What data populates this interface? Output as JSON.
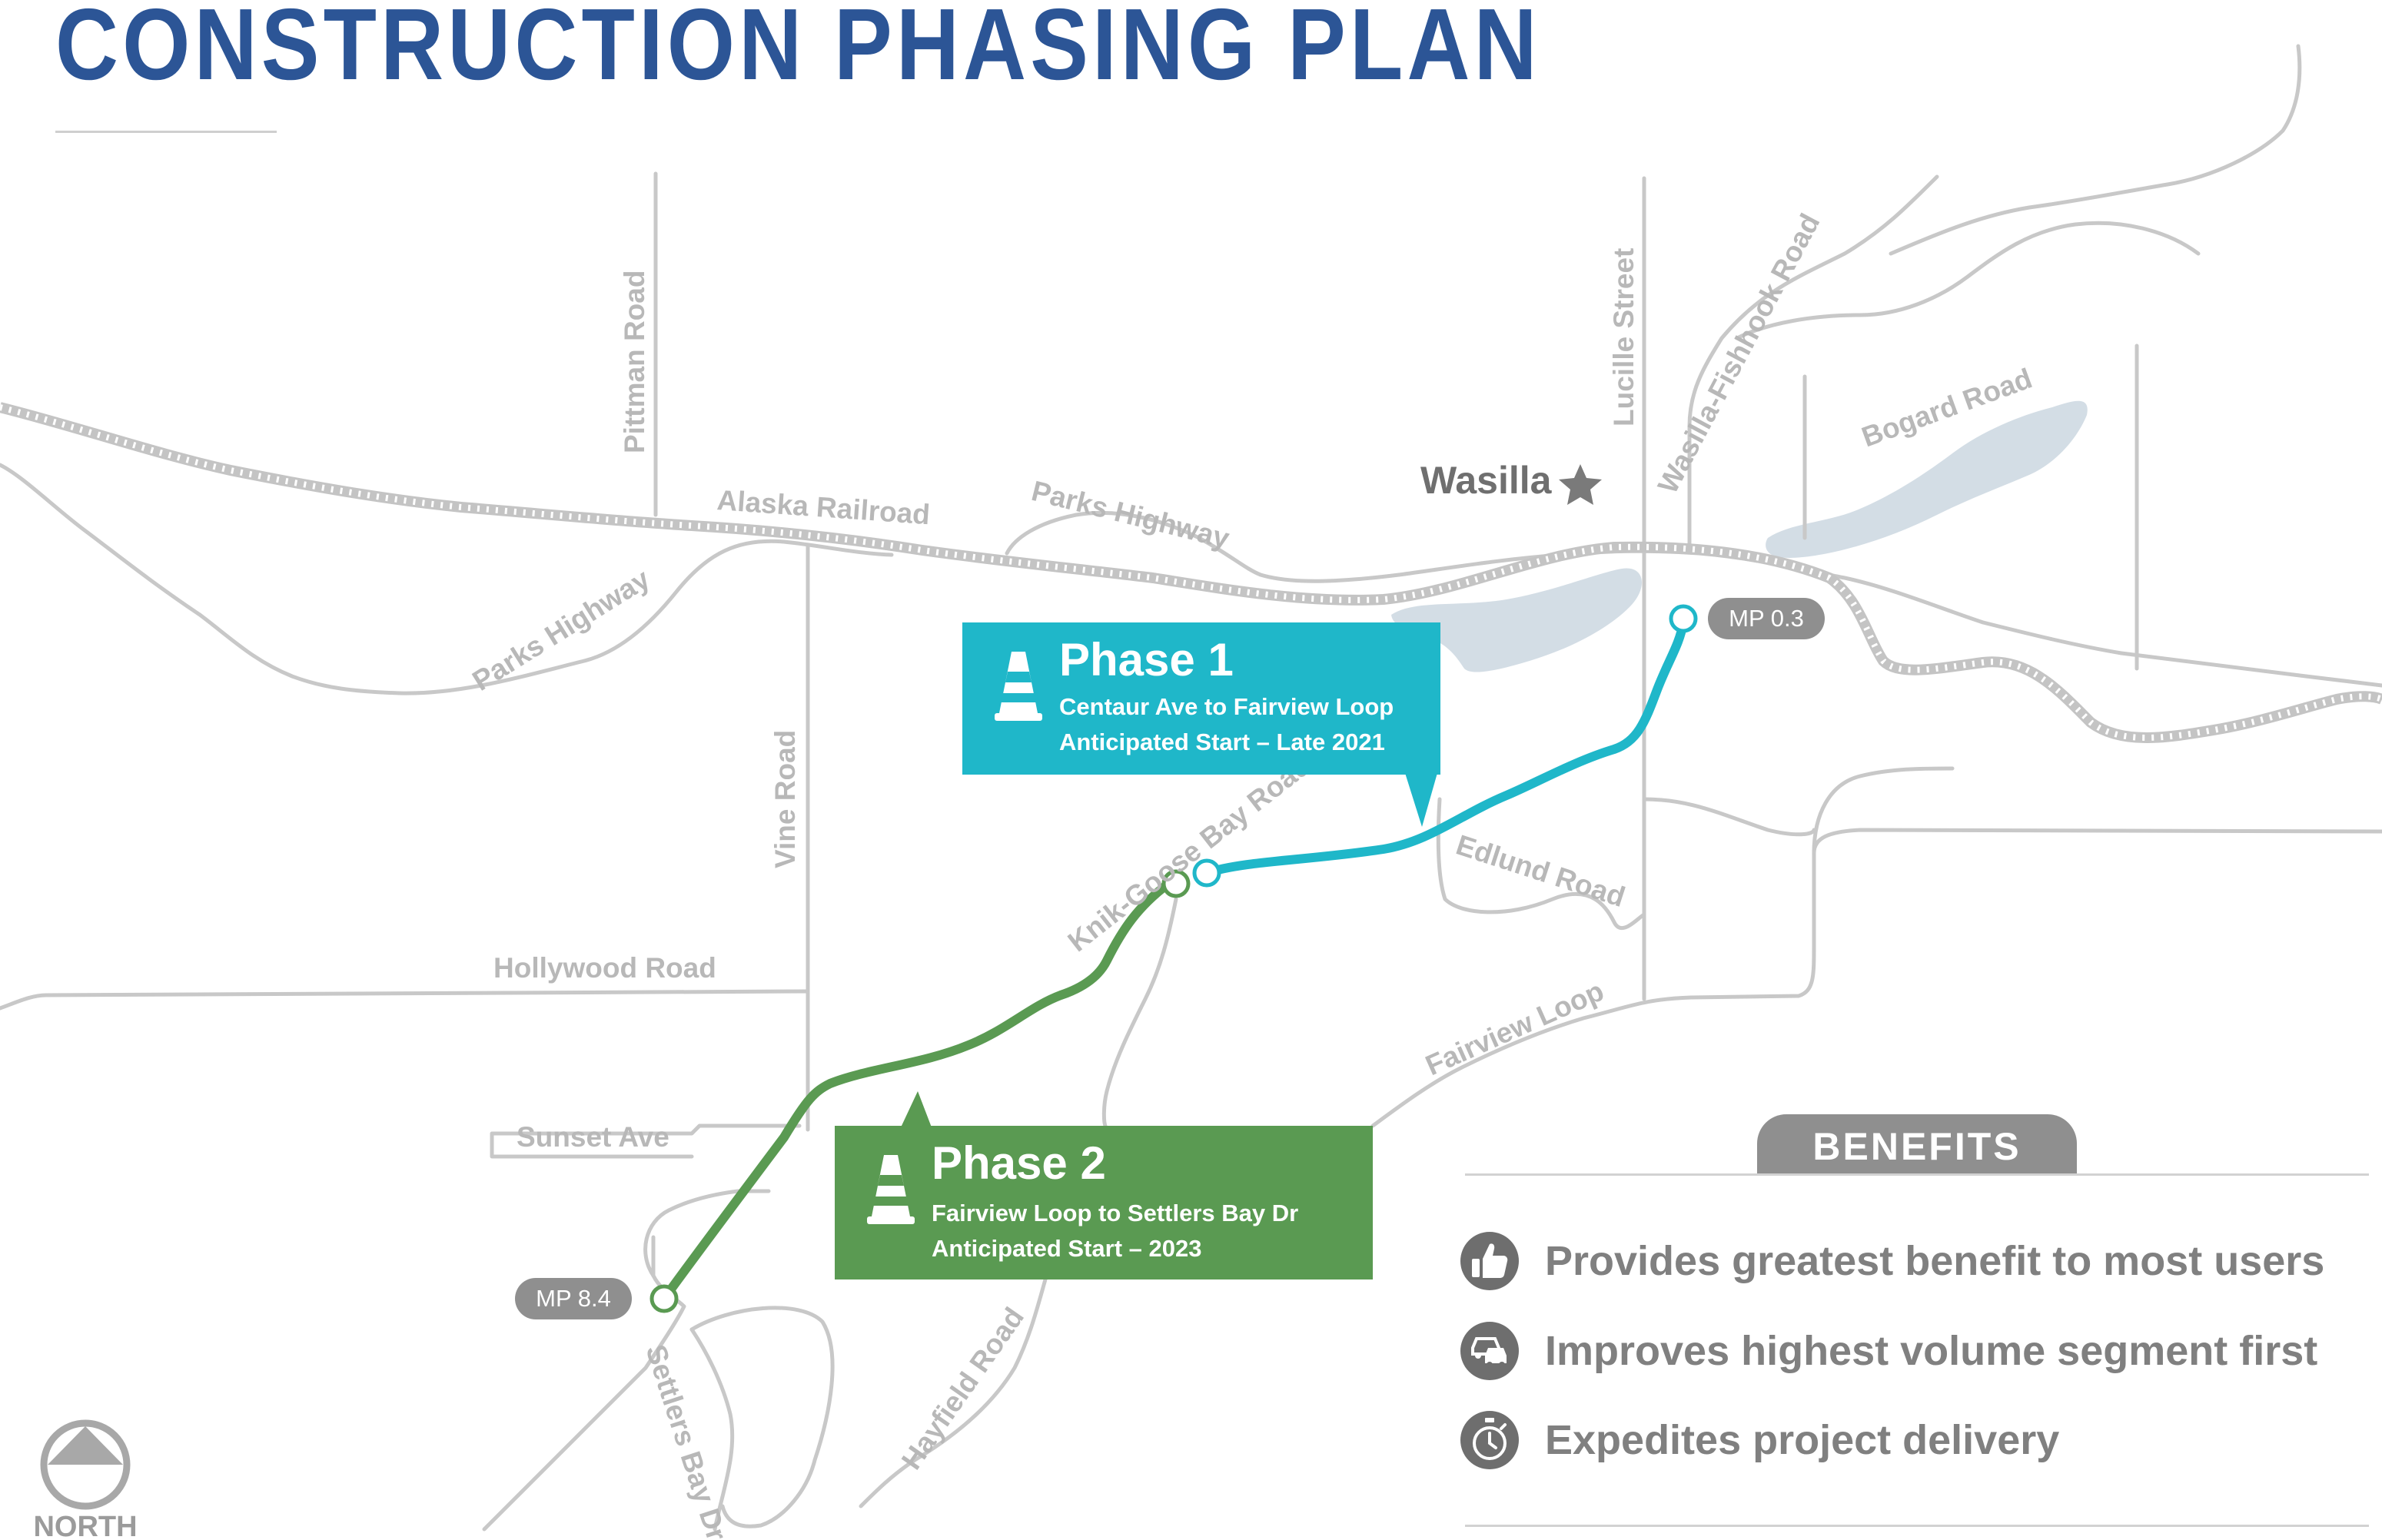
{
  "title": "CONSTRUCTION PHASING PLAN",
  "town": "Wasilla",
  "road_labels": {
    "pittman": "Pittman Road",
    "alaska_railroad": "Alaska Railroad",
    "parks_highway_center": "Parks Highway",
    "parks_highway_left": "Parks Highway",
    "lucille": "Lucille Street",
    "wasilla_fishhook": "Wasilla-Fishhook Road",
    "bogard": "Bogard Road",
    "vine": "Vine Road",
    "knik_goose_bay": "Knik-Goose Bay Road",
    "edlund": "Edlund Road",
    "hollywood": "Hollywood Road",
    "fairview_loop": "Fairview Loop",
    "sunset": "Sunset Ave",
    "settlers_bay": "Settlers Bay Dr.",
    "hayfield": "Hayfield Road"
  },
  "markers": {
    "mp_start": "MP 0.3",
    "mp_end": "MP 8.4"
  },
  "phases": [
    {
      "title": "Phase 1",
      "segment": "Centaur Ave to Fairview Loop",
      "start": "Anticipated Start – Late 2021",
      "color": "#1fb7c9"
    },
    {
      "title": "Phase 2",
      "segment": "Fairview Loop to Settlers Bay Dr",
      "start": "Anticipated Start – 2023",
      "color": "#5a9a52"
    }
  ],
  "north_label": "NORTH",
  "benefits": {
    "header": "BENEFITS",
    "items": [
      {
        "icon": "thumbs-up-icon",
        "text": "Provides greatest benefit to most users"
      },
      {
        "icon": "traffic-cars-icon",
        "text": "Improves highest volume segment first"
      },
      {
        "icon": "stopwatch-icon",
        "text": "Expedites project delivery"
      }
    ]
  }
}
